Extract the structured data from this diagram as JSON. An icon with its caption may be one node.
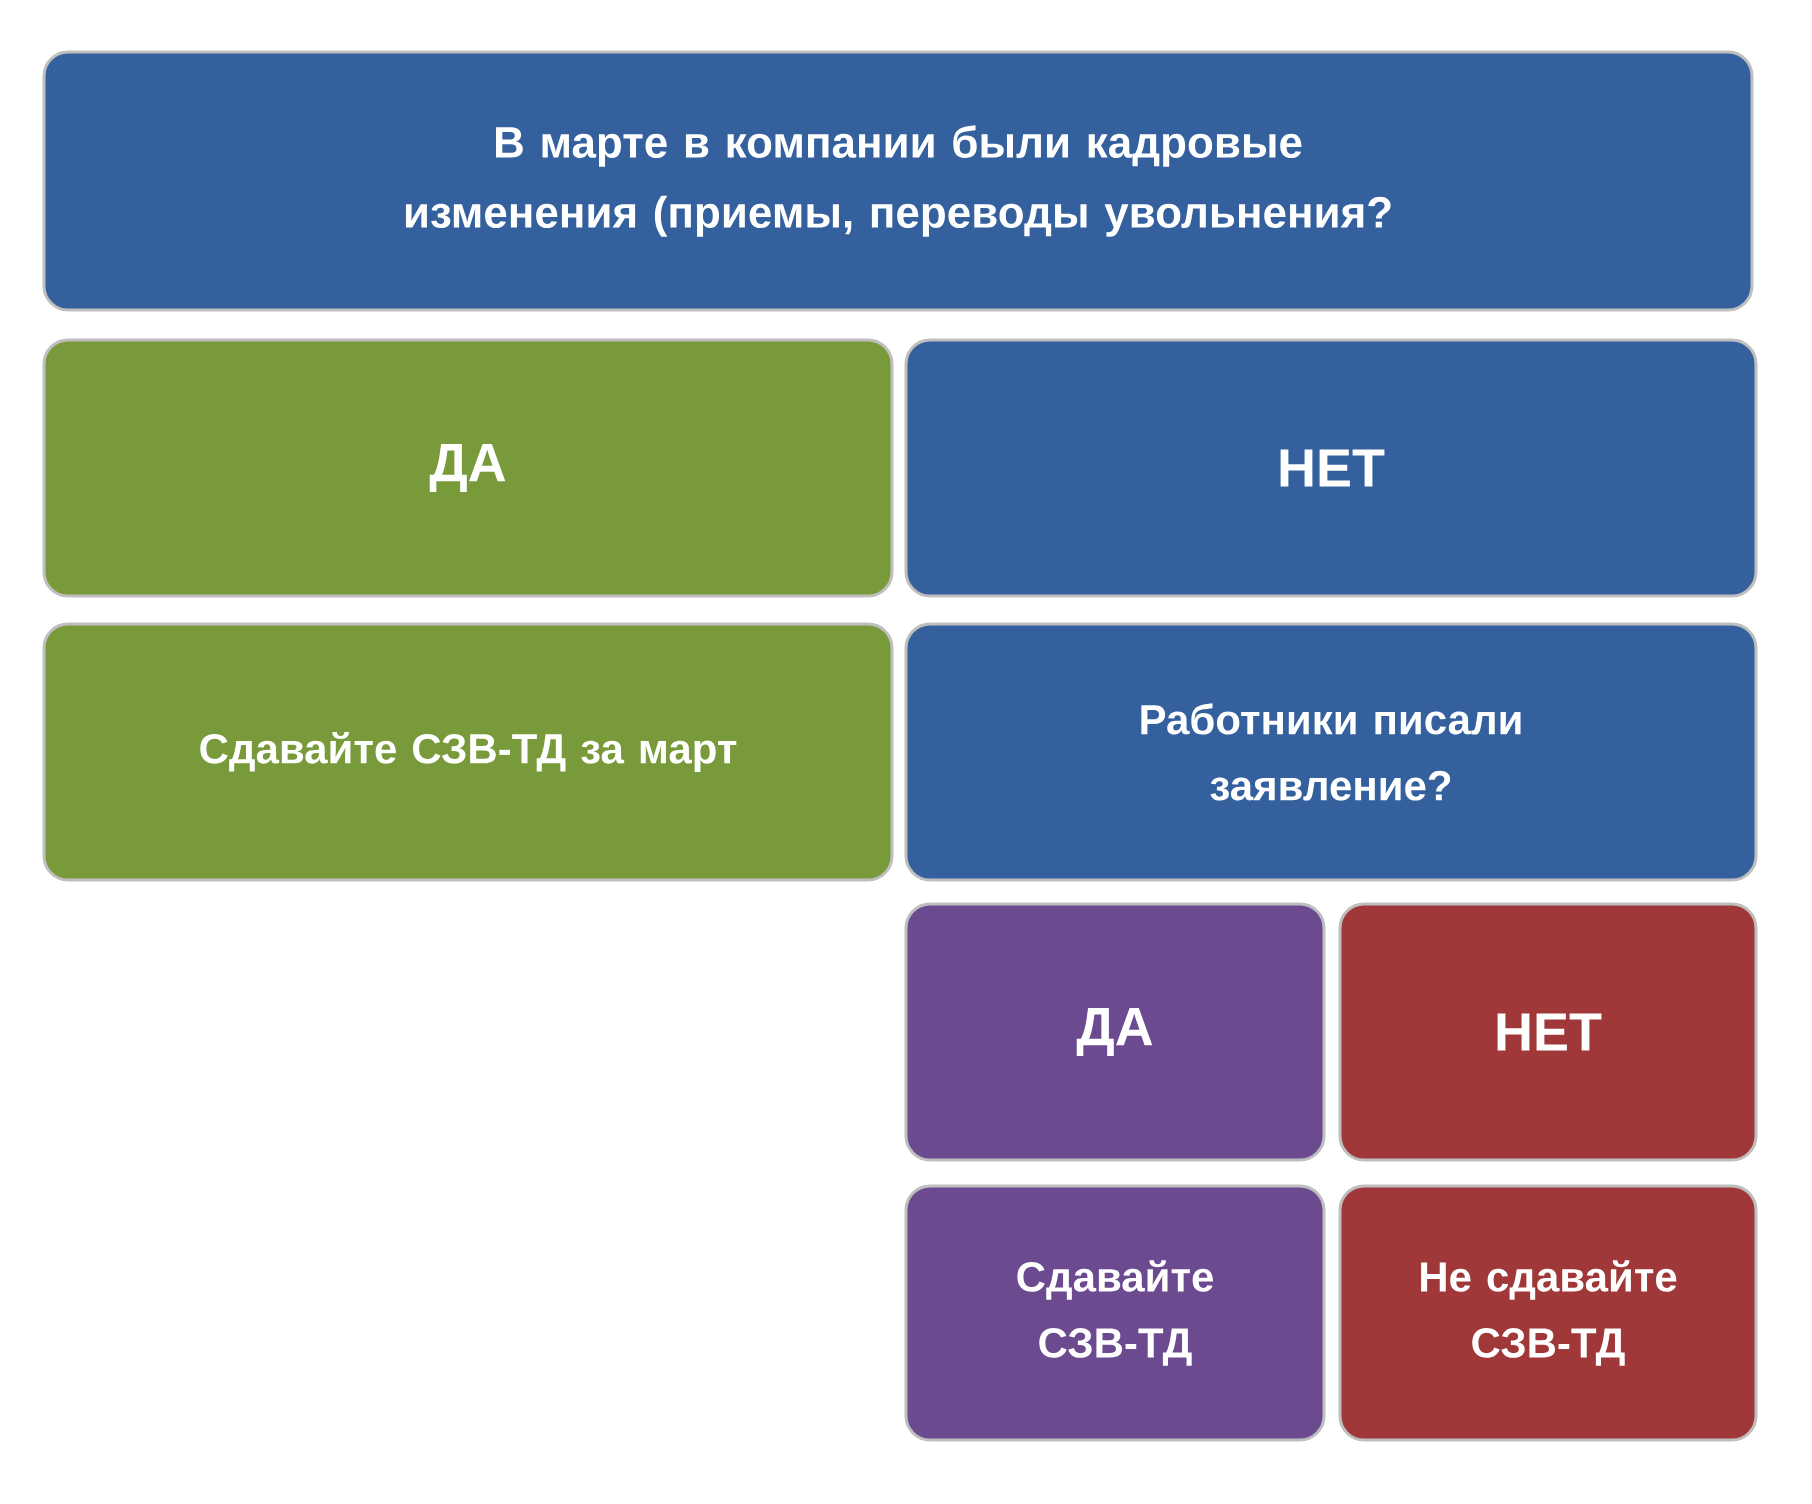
{
  "diagram": {
    "nodes": [
      {
        "text": [
          "В марте в компании были кадровые изменения (приемы, переводы увольнения?"
        ]
      },
      {
        "text": [
          "ДА"
        ]
      },
      {
        "text": [
          "НЕТ"
        ]
      },
      {
        "text": [
          "Сдавайте СЗВ-ТД за март"
        ]
      },
      {
        "text": [
          "Работники писали заявление?"
        ]
      },
      {
        "text": [
          "ДА"
        ]
      },
      {
        "text": [
          "НЕТ"
        ]
      },
      {
        "text": [
          "Сдавайте СЗВ-ТД"
        ]
      },
      {
        "text": [
          "Не сдавайте СЗВ-ТД"
        ]
      }
    ]
  }
}
